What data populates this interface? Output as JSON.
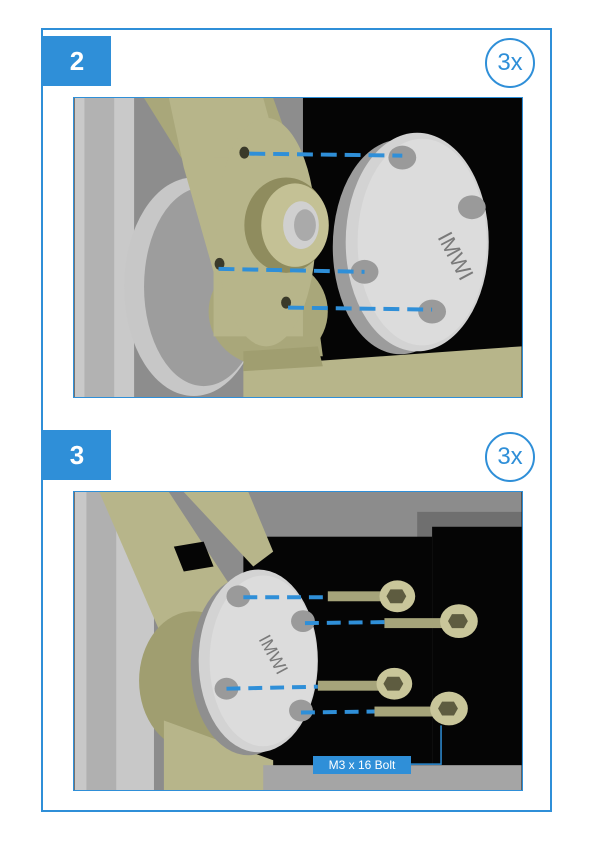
{
  "steps": [
    {
      "number": "2",
      "quantity": "3x"
    },
    {
      "number": "3",
      "quantity": "3x"
    }
  ],
  "callout": {
    "bolt_label": "M3 x 16 Bolt"
  },
  "cap_lettering": "IMWI",
  "colors": {
    "accent": "#2f8fd8",
    "olive_part": "#b7b58a",
    "grey_part": "#a8a8a8"
  }
}
